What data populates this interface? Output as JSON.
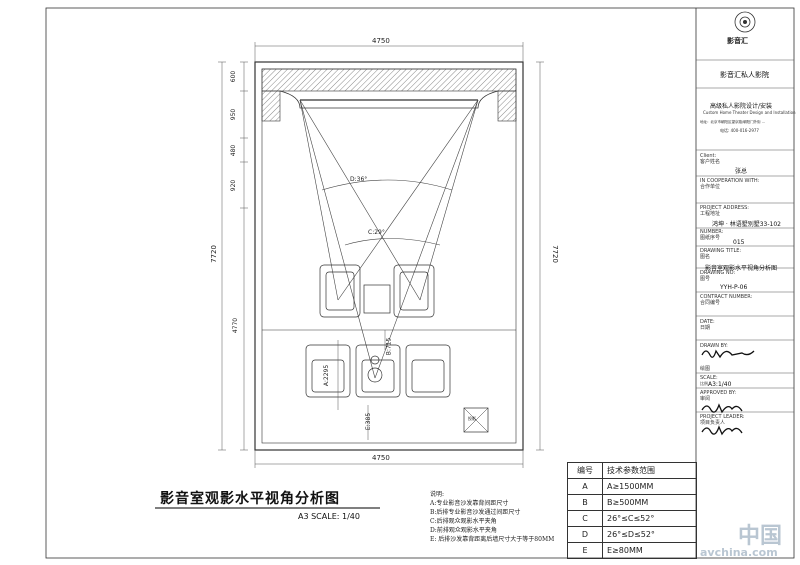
{
  "drawing": {
    "dimensions": {
      "top_width": "4750",
      "bottom_width": "4750",
      "right_height": "7720",
      "left_height": "7720",
      "left_segments": [
        "600",
        "950",
        "480",
        "920",
        "4770"
      ],
      "angle_d": "D:36°",
      "angle_c": "C:29°",
      "dim_a": "A:2295",
      "dim_b": "B:715",
      "dim_e": "E:385"
    },
    "sub_label": "投影"
  },
  "title_block": {
    "company_name": "影音汇私人影院",
    "service": "高级私人影院设计/安装",
    "service_en": "Custom Home Theater Design and Installation",
    "address": "地址：北京市朝阳区望京路/朝阳门外街 ...",
    "phone": "电话: 400-016-2977",
    "client_label_en": "Client:",
    "client_label_cn": "客户姓名",
    "client_name": "张总",
    "coop_label_en": "IN COOPERATION WITH:",
    "coop_label_cn": "合作单位",
    "project_address_label_en": "PROJECT ADDRESS:",
    "project_address_label_cn": "工程地址",
    "project_address": "鸿坤 · 林语墅别墅33-102",
    "number_label_en": "NUMBER:",
    "number_label_cn": "图纸序号",
    "number": "015",
    "drawing_title_label_en": "DRAWING TITLE:",
    "drawing_title_label_cn": "图名",
    "drawing_title": "影音室观影水平视角分析图",
    "drawing_no_label_en": "DRAWING NO:",
    "drawing_no_label_cn": "图号",
    "drawing_no": "YYH-P-06",
    "contract_label_en": "CONTRACT NUMBER:",
    "contract_label_cn": "合同编号",
    "date_label_en": "DATE:",
    "date_label_cn": "日期",
    "drawn_by_label_en": "DRAWN BY:",
    "drawn_by_label_cn": "绘图",
    "scale_label_en": "SCALE:",
    "scale_label_cn": "比例",
    "scale": "A3:1/40",
    "approved_label_en": "APPROVED BY:",
    "approved_label_cn": "审阅",
    "leader_label_en": "PROJECT LEADER:",
    "leader_label_cn": "项目负责人",
    "logo_text": "影音汇"
  },
  "main_title": "影音室观影水平视角分析图",
  "main_scale": "A3 SCALE: 1/40",
  "notes": {
    "heading": "说明:",
    "lines": [
      "A:专业影音沙发靠背间距尺寸",
      "B:后排专业影音沙发通过间距尺寸",
      "C:后排观众观影水平夹角",
      "D:前排观众观影水平夹角",
      "E: 后排沙发靠背距离后墙尺寸大于等于80MM"
    ]
  },
  "spec_table": {
    "headers": [
      "编号",
      "技术参数范围"
    ],
    "rows": [
      [
        "A",
        "A≥1500MM"
      ],
      [
        "B",
        "B≥500MM"
      ],
      [
        "C",
        "26°≤C≤52°"
      ],
      [
        "D",
        "26°≤D≤52°"
      ],
      [
        "E",
        "E≥80MM"
      ]
    ]
  },
  "watermark": {
    "main": "中国",
    "site": "avchina.com"
  },
  "colors": {
    "line": "#333333",
    "thin": "#666666",
    "watermark": "#b9c6d2"
  }
}
